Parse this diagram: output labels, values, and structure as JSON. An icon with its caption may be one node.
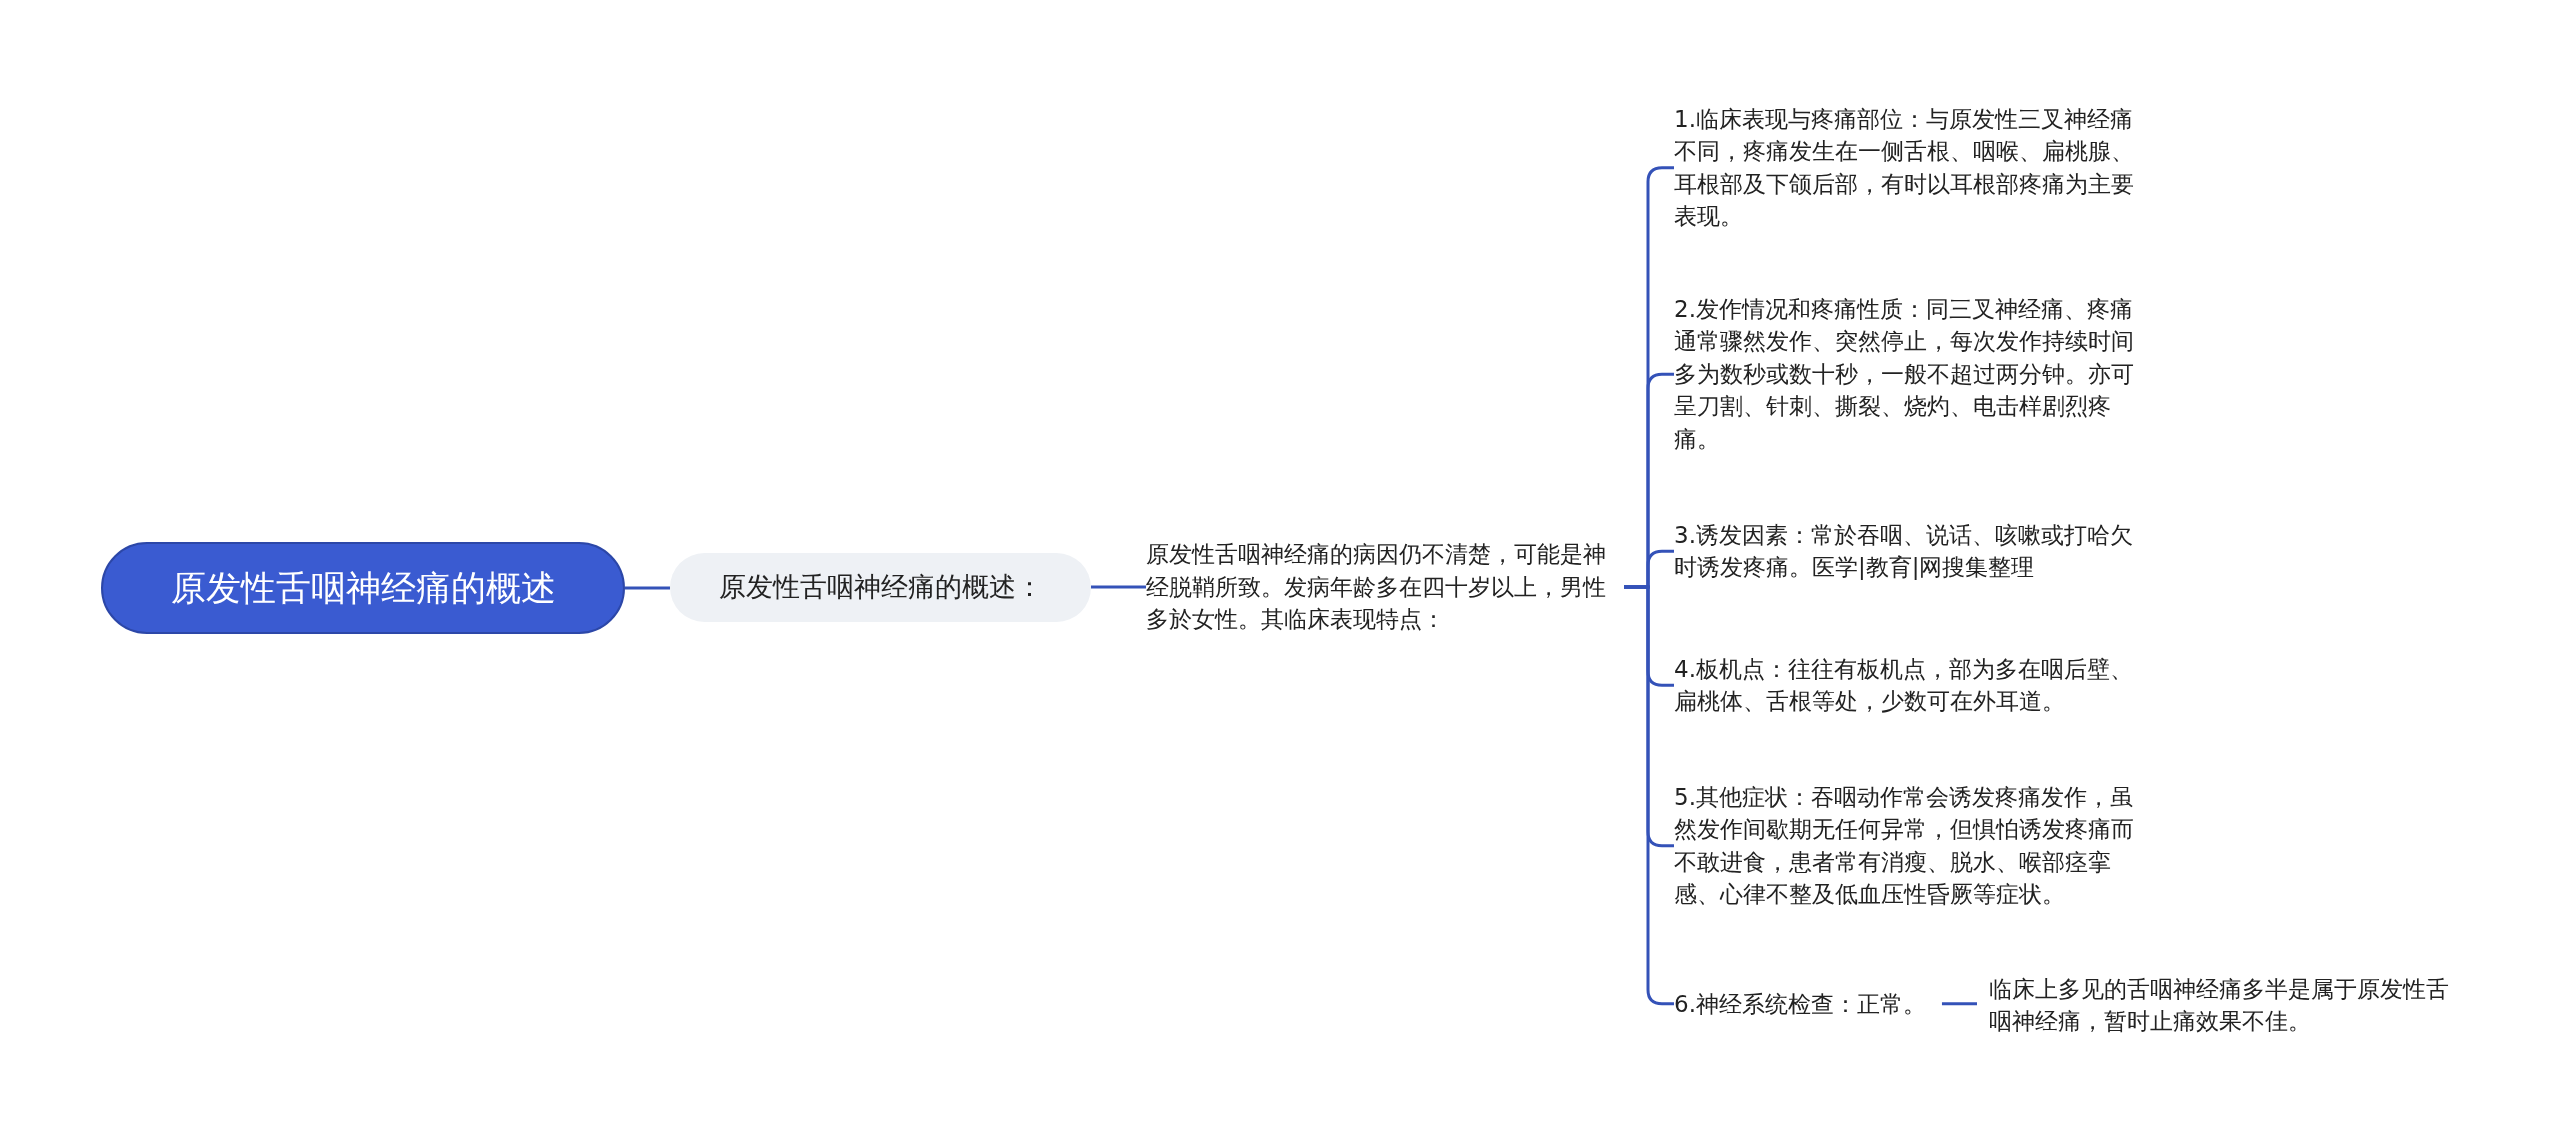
{
  "diagram": {
    "nodes": [
      {
        "text": [
          "原发性舌咽神经痛的概述"
        ]
      },
      {
        "text": [
          "原发性舌咽神经痛的概述："
        ]
      },
      {
        "text": [
          "原发性舌咽神经痛的病因仍不清楚，可能是神经脱鞘所致。发病年龄多在四十岁以上，男性多於女性。其临床表现特点："
        ]
      },
      {
        "text": [
          "1.临床表现与疼痛部位：与原发性三叉神经痛不同，疼痛发生在一侧舌根、咽喉、扁桃腺、耳根部及下颌后部，有时以耳根部疼痛为主要表现。"
        ]
      },
      {
        "text": [
          "2.发作情况和疼痛性质：同三叉神经痛、疼痛通常骤然发作、突然停止，每次发作持续时间多为数秒或数十秒，一般不超过两分钟。亦可呈刀割、针刺、撕裂、烧灼、电击样剧烈疼痛。"
        ]
      },
      {
        "text": [
          "3.诱发因素：常於吞咽、说话、咳嗽或打哈欠时诱发疼痛。医学|教育|网搜集整理"
        ]
      },
      {
        "text": [
          "4.板机点：往往有板机点，部为多在咽后壁、扁桃体、舌根等处，少数可在外耳道。"
        ]
      },
      {
        "text": [
          "5.其他症状：吞咽动作常会诱发疼痛发作，虽然发作间歇期无任何异常，但惧怕诱发疼痛而不敢进食，患者常有消瘦、脱水、喉部痉挛感、心律不整及低血压性昏厥等症状。"
        ]
      },
      {
        "text": [
          "6.神经系统检查：正常。"
        ]
      },
      {
        "text": [
          "临床上多见的舌咽神经痛多半是属于原发性舌咽神经痛，暂时止痛效果不佳。"
        ]
      }
    ],
    "edges": [
      {
        "from": 0,
        "to": 1,
        "arrow": "none"
      },
      {
        "from": 1,
        "to": 2,
        "arrow": "none"
      },
      {
        "from": 2,
        "to": 3,
        "arrow": "none"
      },
      {
        "from": 2,
        "to": 4,
        "arrow": "none"
      },
      {
        "from": 2,
        "to": 5,
        "arrow": "none"
      },
      {
        "from": 2,
        "to": 6,
        "arrow": "none"
      },
      {
        "from": 2,
        "to": 7,
        "arrow": "none"
      },
      {
        "from": 2,
        "to": 8,
        "arrow": "none"
      },
      {
        "from": 8,
        "to": 9,
        "arrow": "none"
      }
    ]
  }
}
